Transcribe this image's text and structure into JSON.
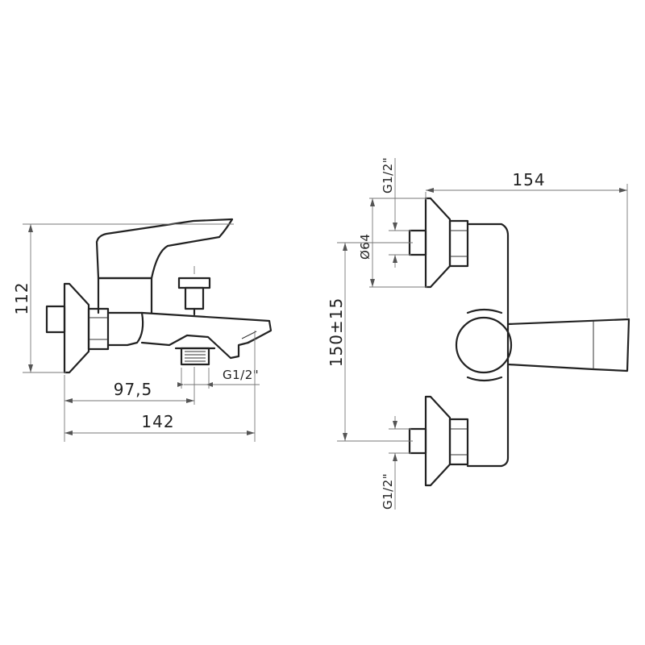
{
  "side_view": {
    "height_dim": "112",
    "outlet_offset_dim": "97,5",
    "overall_width_dim": "142",
    "outlet_thread": "G1/2\""
  },
  "front_view": {
    "width_dim": "154",
    "inlet_thread_top": "G1/2\"",
    "rosette_diameter": "Ø64",
    "inlet_centers_dim": "150±15",
    "inlet_thread_bottom": "G1/2\""
  }
}
